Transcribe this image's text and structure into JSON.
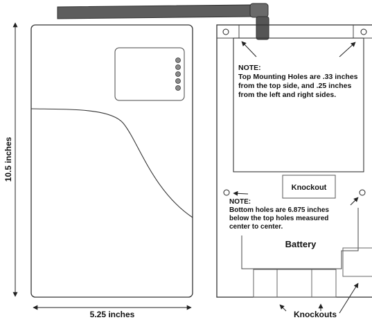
{
  "dimensions": {
    "height_label": "10.5 inches",
    "width_label": "5.25 inches"
  },
  "notes": {
    "top": {
      "heading": "NOTE:",
      "lines": [
        "Top Mounting Holes are .33 inches",
        "from the top side, and .25 inches",
        "from the left and right sides."
      ]
    },
    "bottom": {
      "heading": "NOTE:",
      "lines": [
        "Bottom holes are 6.875 inches",
        "below the top holes measured",
        "center to center."
      ]
    }
  },
  "labels": {
    "knockout": "Knockout",
    "battery": "Battery",
    "knockouts": "Knockouts"
  },
  "front_indicator_leds": 5,
  "colors": {
    "antenna": "#5d5d5d",
    "antenna_outline": "#2e2e2e",
    "line": "#333333",
    "led": "#8a8a8a"
  }
}
